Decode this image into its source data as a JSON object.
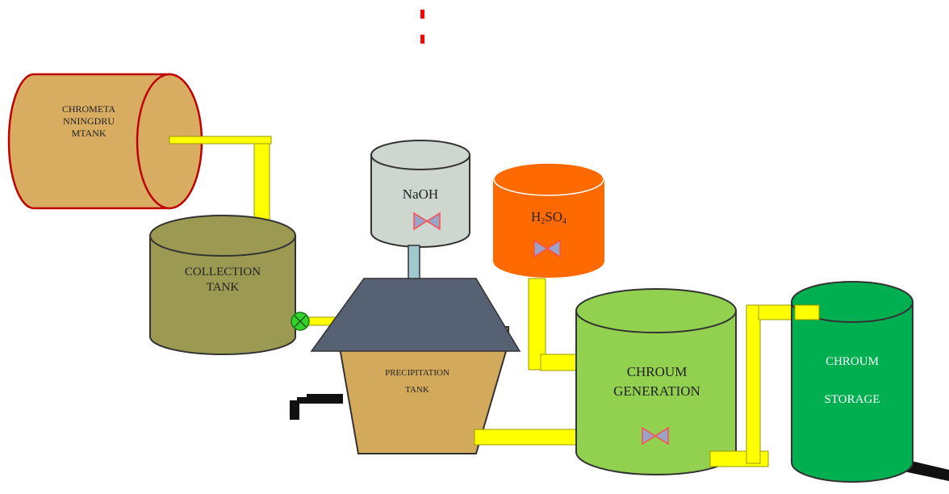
{
  "colors": {
    "pipe": "#ffff00",
    "pipe_edge": "#9a9a00",
    "drum": "#d8ad62",
    "drum_edge": "#c00000",
    "collection": "#9c9a52",
    "naoh": "#cdd6cf",
    "h2so4": "#ff6a00",
    "precip_roof": "#566173",
    "precip_body": "#d3a95c",
    "generation": "#92d050",
    "storage": "#00b050",
    "valve_green": "#33d12b",
    "valve_bowtie": "#9aa4c8",
    "valve_bowtie_edge": "#ff4d4d",
    "marker_red": "#ff0000"
  },
  "labels": {
    "drum": [
      "CHROMETA",
      "NNINGDRU",
      "MTANK"
    ],
    "collection": [
      "COLLECTION",
      "TANK"
    ],
    "naoh": "NaOH",
    "h2so4": {
      "h": "H",
      "s1": "2",
      "so": "SO",
      "s2": "4"
    },
    "precipitation": [
      "PRECIPITATION",
      "TANK"
    ],
    "generation": [
      "CHROUM",
      "GENERATION"
    ],
    "storage": [
      "CHROUM",
      "STORAGE"
    ]
  }
}
